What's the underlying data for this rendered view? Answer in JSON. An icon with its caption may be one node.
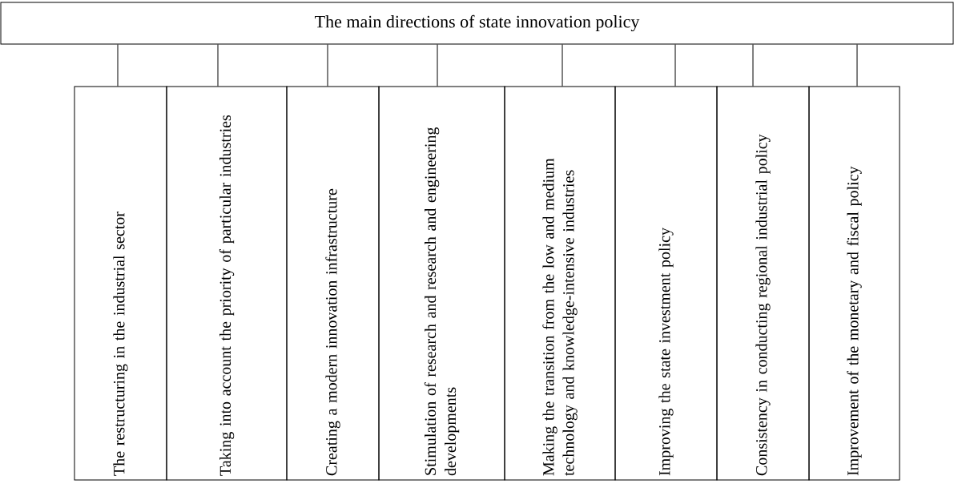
{
  "diagram": {
    "nodes": [
      {
        "text": [
          "The main directions of state innovation policy"
        ]
      },
      {
        "text": [
          "The restructuring in the industrial sector"
        ]
      },
      {
        "text": [
          "Taking into account the priority of particular industries"
        ]
      },
      {
        "text": [
          "Creating a modern innovation infrastructure"
        ]
      },
      {
        "text": [
          "Stimulation of research and research and engineering developments"
        ]
      },
      {
        "text": [
          "Making the transition from the low and medium technology and knowledge-intensive industries"
        ]
      },
      {
        "text": [
          "Improving the state investment policy"
        ]
      },
      {
        "text": [
          "Consistency in conducting regional industrial policy"
        ]
      },
      {
        "text": [
          "Improvement of the monetary and fiscal policy"
        ]
      }
    ],
    "edges": [
      {
        "from": 0,
        "to": 1,
        "arrow": "none"
      },
      {
        "from": 0,
        "to": 2,
        "arrow": "none"
      },
      {
        "from": 0,
        "to": 3,
        "arrow": "none"
      },
      {
        "from": 0,
        "to": 4,
        "arrow": "none"
      },
      {
        "from": 0,
        "to": 5,
        "arrow": "none"
      },
      {
        "from": 0,
        "to": 6,
        "arrow": "none"
      },
      {
        "from": 0,
        "to": 7,
        "arrow": "none"
      },
      {
        "from": 0,
        "to": 8,
        "arrow": "none"
      }
    ]
  }
}
